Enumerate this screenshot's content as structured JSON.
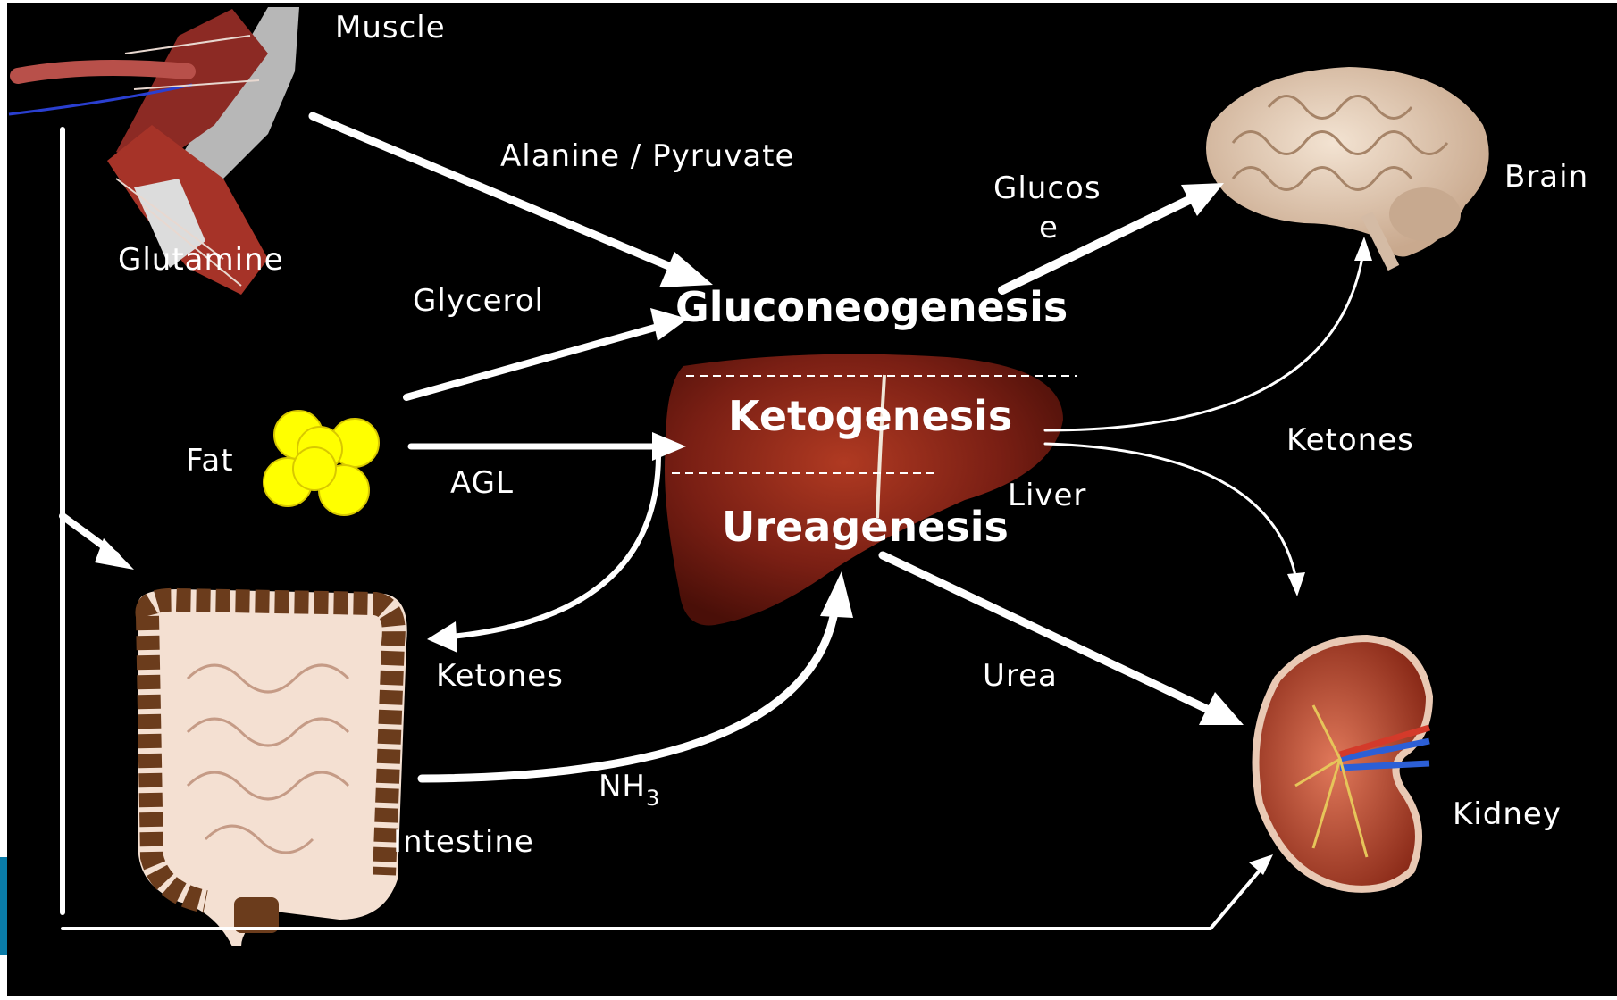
{
  "colors": {
    "background": "#000000",
    "text": "#ffffff",
    "fat": "#ffff00",
    "liver": "#7a1f14",
    "side_accent": "#0a7ca8"
  },
  "organs": {
    "muscle": "Muscle",
    "glutamine": "Glutamine",
    "fat": "Fat",
    "brain": "Brain",
    "liver": "Liver",
    "intestine": "Intestine",
    "kidney": "Kidney"
  },
  "processes": {
    "gluconeogenesis": "Gluconeogenesis",
    "ketogenesis": "Ketogenesis",
    "ureagenesis": "Ureagenesis"
  },
  "flows": {
    "alanine_pyruvate": "Alanine / Pyruvate",
    "glycerol": "Glycerol",
    "agl": "AGL",
    "glucose_line1": "Glucos",
    "glucose_line2": "e",
    "ketones_right": "Ketones",
    "ketones_left": "Ketones",
    "urea": "Urea",
    "nh3_base": "NH",
    "nh3_sub": "3"
  }
}
